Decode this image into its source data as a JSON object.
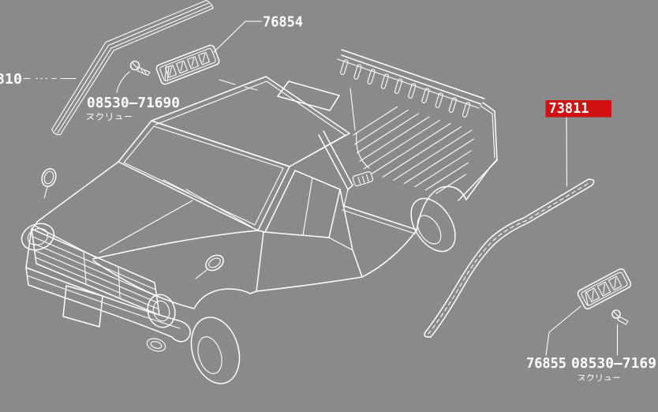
{
  "colors": {
    "background": "#8a8a8a",
    "line_art": "#ffffff",
    "highlight_bg": "#d01212",
    "highlight_text": "#ffffff"
  },
  "callouts": {
    "molding_top": "76854",
    "molding_left": "310",
    "screw_top": "08530–71690",
    "screw_top_jp": "スクリュー",
    "molding_right": "73811",
    "finisher_bottom": "76855",
    "screw_bottom": "08530–7169",
    "screw_bottom_jp": "スクリュー"
  }
}
